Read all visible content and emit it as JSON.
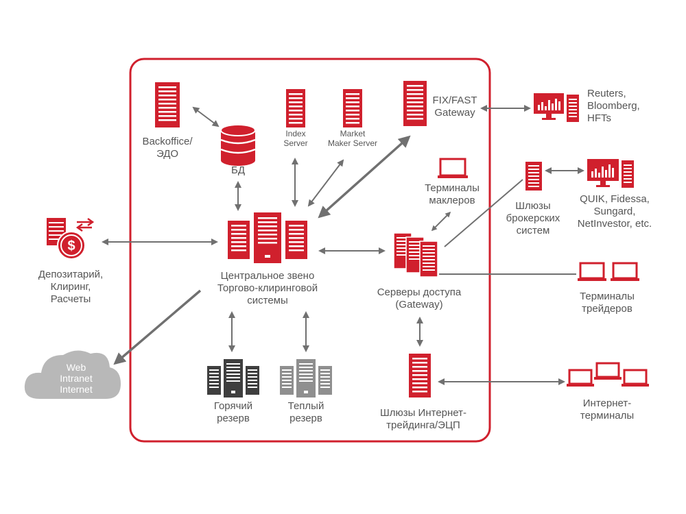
{
  "colors": {
    "red": "#d0202d",
    "dark": "#3f3f3f",
    "gray": "#8f8f8f",
    "arrow": "#707070",
    "cloud": "#b8b8b8"
  },
  "nodes": {
    "backoffice": [
      "Backoffice/",
      "ЭДО"
    ],
    "db": [
      "БД"
    ],
    "index_server": [
      "Index",
      "Server"
    ],
    "market_maker": [
      "Market",
      "Maker Server"
    ],
    "fix_gateway": [
      "FIX/FAST",
      "Gateway"
    ],
    "reuters": [
      "Reuters,",
      "Bloomberg,",
      "HFTs"
    ],
    "broker_terminals": [
      "Терминалы",
      "маклеров"
    ],
    "broker_gateways": [
      "Шлюзы",
      "брокерских",
      "систем"
    ],
    "quik": [
      "QUIK, Fidessa,",
      "Sungard,",
      "NetInvestor, etc."
    ],
    "depository": [
      "Депозитарий,",
      "Клиринг,",
      "Расчеты"
    ],
    "central": [
      "Центральное звено",
      "Торгово-клиринговой",
      "системы"
    ],
    "access_servers": [
      "Серверы доступа",
      "(Gateway)"
    ],
    "trader_terminals": [
      "Терминалы",
      "трейдеров"
    ],
    "cloud": [
      "Web",
      "Intranet",
      "Internet"
    ],
    "hot_reserve": [
      "Горячий",
      "резерв"
    ],
    "warm_reserve": [
      "Теплый",
      "резерв"
    ],
    "internet_gateways": [
      "Шлюзы Интернет-",
      "трейдинга/ЭЦП"
    ],
    "internet_terminals": [
      "Интернет-",
      "терминалы"
    ]
  },
  "icons": [
    "server-icon",
    "database-icon",
    "monitor-chart-icon",
    "laptop-icon",
    "money-coins-icon",
    "cloud-icon",
    "server-rack-icon"
  ]
}
